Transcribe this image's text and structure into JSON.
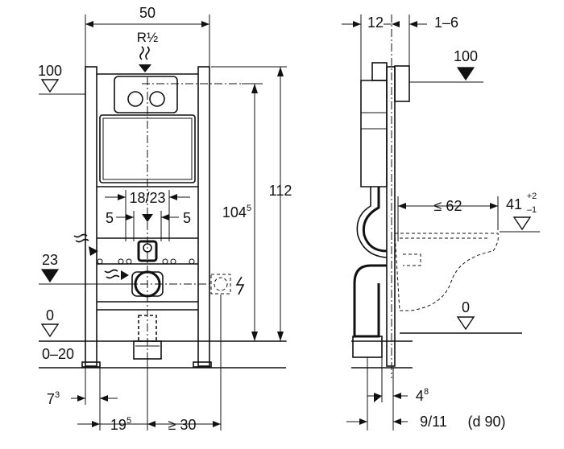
{
  "front": {
    "width_top": "50",
    "connection": "R½",
    "level_100": "100",
    "level_23": "23",
    "level_0": "0",
    "floor_range": "0–20",
    "flush_spacing": "18/23",
    "offset_left": "5",
    "offset_right": "5",
    "height_inner": "104",
    "height_inner_sup": "5",
    "height_total": "112",
    "foot_left": "7",
    "foot_left_sup": "3",
    "foot_bottom": "19",
    "foot_bottom_sup": "5",
    "min_side": "≥ 30"
  },
  "side": {
    "depth_top": "12",
    "range_top": "1–6",
    "level_100": "100",
    "max_projection": "≤ 62",
    "bowl_height": "41",
    "bowl_tol_plus": "+2",
    "bowl_tol_minus": "–1",
    "level_0": "0",
    "pipe_offset": "4",
    "pipe_offset_sup": "8",
    "pipe_size": "9/11",
    "pipe_diameter": "(d 90)"
  }
}
